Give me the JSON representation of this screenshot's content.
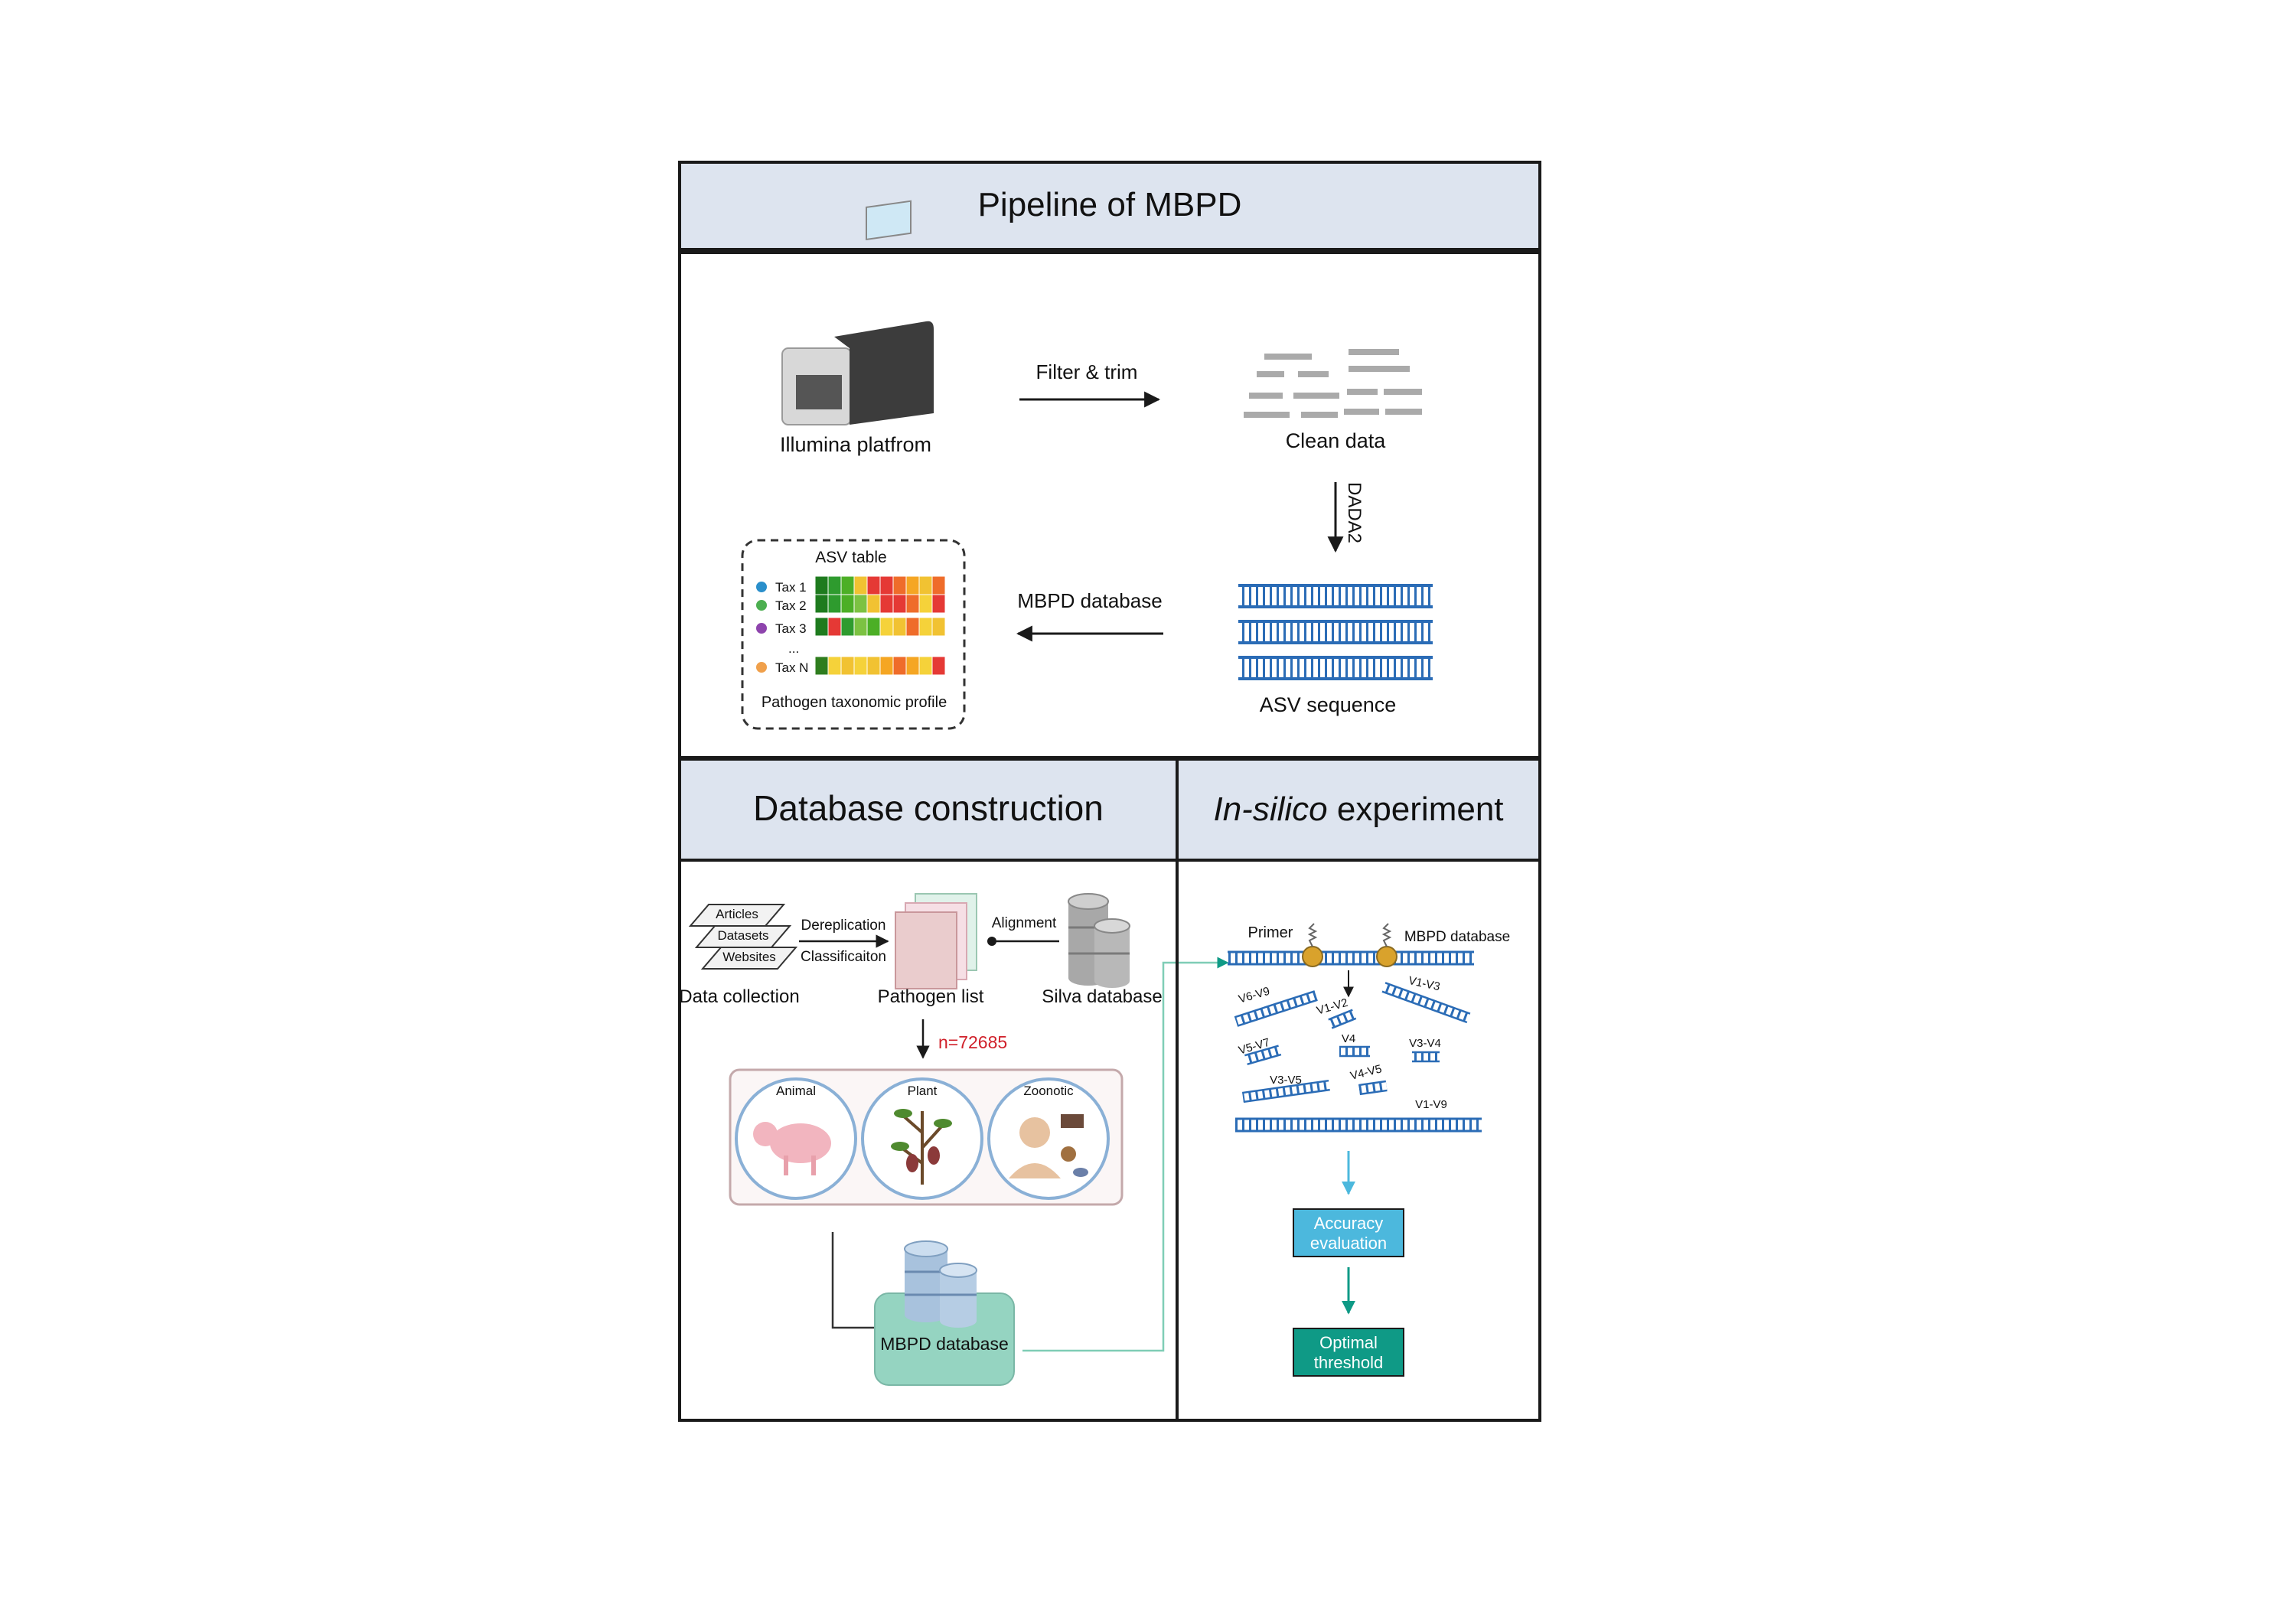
{
  "colors": {
    "header_fill": "#dde4ef",
    "panel_border": "#1a1a1a",
    "dna_blue": "#2b6cb6",
    "teal_fill": "#95d4c1",
    "accent_red": "#d0202a",
    "accuracy_fill": "#4cb8dd",
    "threshold_fill": "#0f9a86",
    "dashed_gray": "#333333"
  },
  "pipeline": {
    "title": "Pipeline of MBPD",
    "illumina_label": "Illumina platfrom",
    "filter_trim_label": "Filter & trim",
    "clean_data_label": "Clean data",
    "dada2_label": "DADA2",
    "asv_sequence_label": "ASV sequence",
    "mbpd_database_label": "MBPD database",
    "asv_table": {
      "title": "ASV table",
      "rows": [
        "Tax 1",
        "Tax 2",
        "Tax 3",
        "...",
        "Tax N"
      ],
      "row_dot_colors": [
        "#2a8fcb",
        "#4caf50",
        "#8e44ad",
        "",
        "#f0a04b"
      ],
      "heatmap_colors": [
        [
          "#1e7b1e",
          "#2e9b2e",
          "#4caf26",
          "#f1c232",
          "#e53935",
          "#e53935",
          "#ef6c2a",
          "#f5a623",
          "#f1c232",
          "#ef6c2a"
        ],
        [
          "#1e7b1e",
          "#2e9b2e",
          "#4caf26",
          "#7cc242",
          "#f1c232",
          "#e53935",
          "#e53935",
          "#ef6c2a",
          "#f5d23a",
          "#e53935"
        ],
        [
          "#1e7b1e",
          "#e53935",
          "#2e9b2e",
          "#7cc242",
          "#4caf26",
          "#f5d23a",
          "#f1c232",
          "#ef6c2a",
          "#f5d23a",
          "#f1c232"
        ],
        [
          "#2e7d1e",
          "#f5d23a",
          "#f1c232",
          "#f5d23a",
          "#f1c232",
          "#f5a623",
          "#ef6c2a",
          "#f5a623",
          "#f5d23a",
          "#e53935"
        ]
      ],
      "footer": "Pathogen taxonomic profile"
    }
  },
  "database": {
    "title": "Database construction",
    "sources": [
      "Articles",
      "Datasets",
      "Websites"
    ],
    "data_collection_label": "Data collection",
    "dereplication_label": "Dereplication",
    "classification_label": "Classificaiton",
    "alignment_label": "Alignment",
    "pathogen_list_label": "Pathogen list",
    "silva_label": "Silva database",
    "count_label": "n=72685",
    "categories": [
      "Animal",
      "Plant",
      "Zoonotic"
    ],
    "mbpd_label": "MBPD database"
  },
  "insilico": {
    "title_italic": "In-silico",
    "title_rest": " experiment",
    "primer_label": "Primer",
    "mbpd_label": "MBPD database",
    "regions": [
      "V6-V9",
      "V1-V2",
      "V1-V3",
      "V5-V7",
      "V4",
      "V3-V4",
      "V3-V5",
      "V4-V5",
      "V1-V9"
    ],
    "accuracy_label": [
      "Accuracy",
      "evaluation"
    ],
    "threshold_label": [
      "Optimal",
      "threshold"
    ]
  }
}
